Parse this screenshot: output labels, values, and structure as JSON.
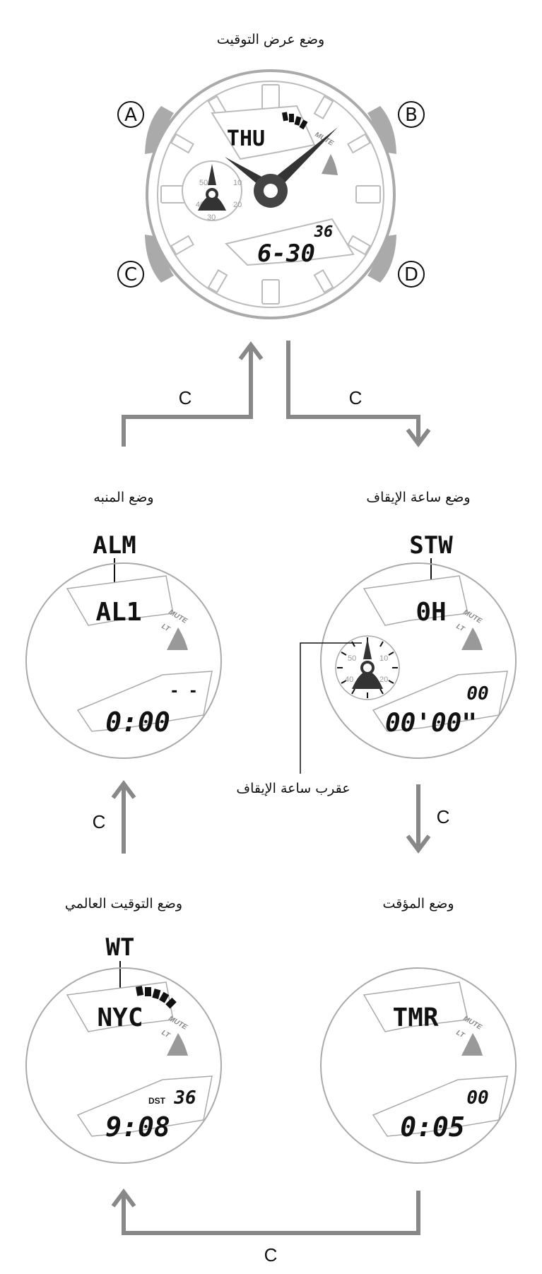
{
  "modes": {
    "timekeeping": {
      "title": "وضع عرض التوقيت",
      "top_display": "THU",
      "date": "6-30",
      "seconds": "36",
      "mute": "MUTE",
      "buttons": {
        "a": "A",
        "b": "B",
        "c": "C",
        "d": "D"
      },
      "subdial": [
        "50",
        "10",
        "40",
        "20",
        "30"
      ]
    },
    "alarm": {
      "title": "وضع المنبه",
      "code": "ALM",
      "top_display": "AL1",
      "bottom_display": "0:00",
      "bottom_suffix": "- -",
      "mute": "MUTE",
      "lt": "LT"
    },
    "stopwatch": {
      "title": "وضع ساعة الإيقاف",
      "code": "STW",
      "top_display": "0H",
      "bottom_display": "00'00\"",
      "bottom_small": "00",
      "mute": "MUTE",
      "lt": "LT",
      "hand_label": "عقرب ساعة الإيقاف",
      "subdial": [
        "50",
        "10",
        "40",
        "20"
      ]
    },
    "world_time": {
      "title": "وضع التوقيت العالمي",
      "code": "WT",
      "top_display": "NYC",
      "bottom_display": "9:08",
      "bottom_small": "36",
      "dst": "DST",
      "mute": "MUTE",
      "lt": "LT"
    },
    "timer": {
      "title": "وضع المؤقت",
      "top_display": "TMR",
      "bottom_display": "0:05",
      "bottom_small": "00",
      "mute": "MUTE",
      "lt": "LT"
    }
  },
  "arrows": {
    "left_up": "C",
    "right_down": "C",
    "right_mid_down": "C",
    "left_mid_up": "C",
    "bottom": "C"
  }
}
